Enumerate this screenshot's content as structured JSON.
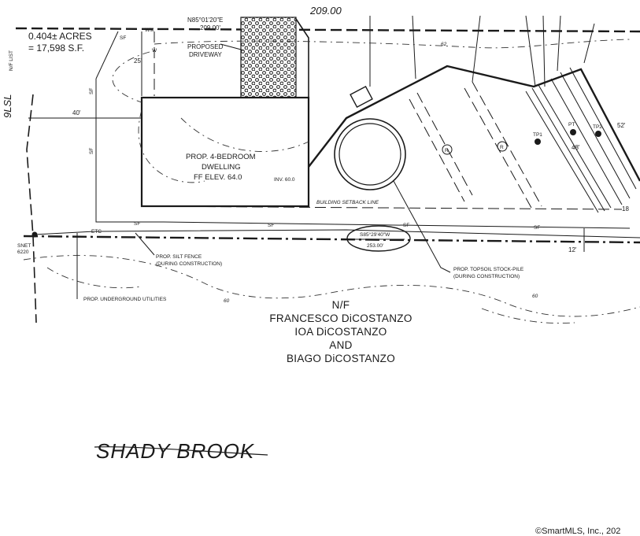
{
  "lot": {
    "acres": "0.404± ACRES",
    "sqft": "= 17,598 S.F."
  },
  "top": {
    "bearing": "N85°01'20\"E",
    "distance_top": "209.00'",
    "handwritten_distance": "209.00"
  },
  "dims": {
    "left_25": "25'",
    "left_40": "40'",
    "right_52": "52'",
    "right_48": "48'",
    "right_12": "12'",
    "right_18": "18"
  },
  "labels": {
    "wm": "WM",
    "w": "W",
    "proposed_driveway_1": "PROPOSED",
    "proposed_driveway_2": "DRIVEWAY",
    "dwelling_1": "PROP. 4-BEDROOM",
    "dwelling_2": "DWELLING",
    "dwelling_3": "FF ELEV. 64.0",
    "inv": "INV. 60.0",
    "setback": "BUILDING SETBACK LINE",
    "sf": "SF",
    "etc": "ETC",
    "snet": "SNET",
    "snet_num": "6220",
    "bottom_bearing": "S85°29'40\"W",
    "bottom_distance": "253.00'",
    "silt_fence_1": "PROP. SILT FENCE",
    "silt_fence_2": "(DURING CONSTRUCTION)",
    "topsoil_1": "PROP. TOPSOIL STOCK-PILE",
    "topsoil_2": "(DURING CONSTRUCTION)",
    "utilities": "PROP. UNDERGROUND UTILITIES",
    "contour_60": "60",
    "contour_60b": "60",
    "contour_62": "62",
    "tp1": "TP1",
    "tp2": "TP2",
    "pt": "PT",
    "r": "R",
    "left_vert": "N/F LIST",
    "left_hand": "9LSL"
  },
  "owner": {
    "line1": "N/F",
    "line2": "FRANCESCO DiCOSTANZO",
    "line3": "IOA DiCOSTANZO",
    "line4": "AND",
    "line5": "BIAGO DiCOSTANZO"
  },
  "handwritten": {
    "street": "SHADY BROOK"
  },
  "copyright": "©SmartMLS, Inc., 202"
}
